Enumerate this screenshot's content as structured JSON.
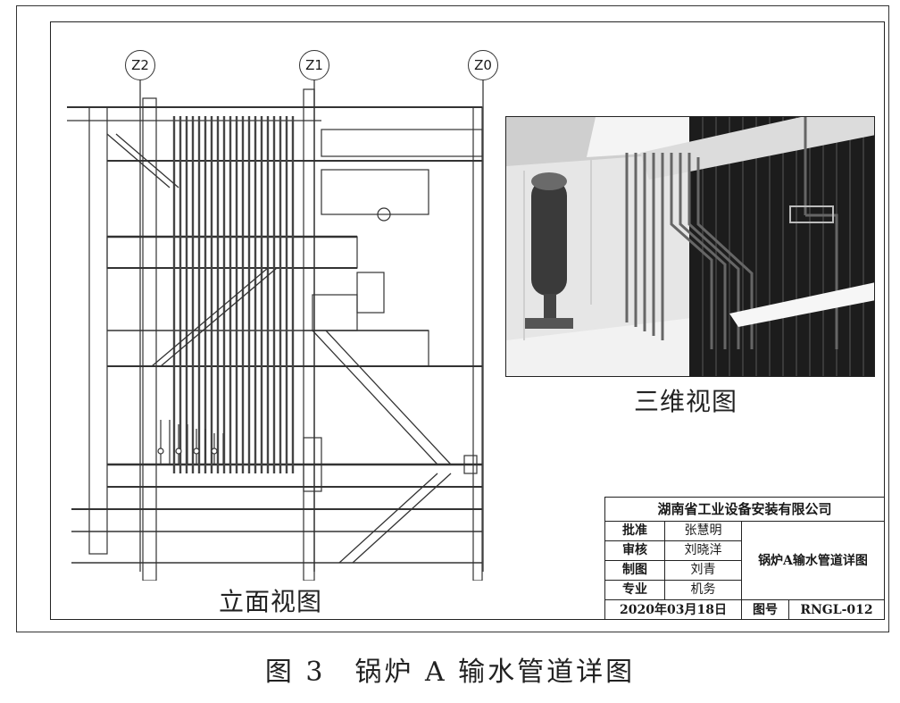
{
  "axis_bubbles": [
    "Z2",
    "Z1",
    "Z0"
  ],
  "views": {
    "elevation_label": "立面视图",
    "isometric_label": "三维视图"
  },
  "title_block": {
    "company": "湖南省工业设备安装有限公司",
    "rows": [
      {
        "key": "批准",
        "value": "张慧明"
      },
      {
        "key": "审核",
        "value": "刘晓洋"
      },
      {
        "key": "制图",
        "value": "刘青"
      },
      {
        "key": "专业",
        "value": "机务"
      }
    ],
    "drawing_title": "锅炉A输水管道详图",
    "date": "2020年03月18日",
    "drawing_no_label": "图号",
    "drawing_no": "RNGL-012"
  },
  "caption": "图 3　锅炉 A 输水管道详图"
}
